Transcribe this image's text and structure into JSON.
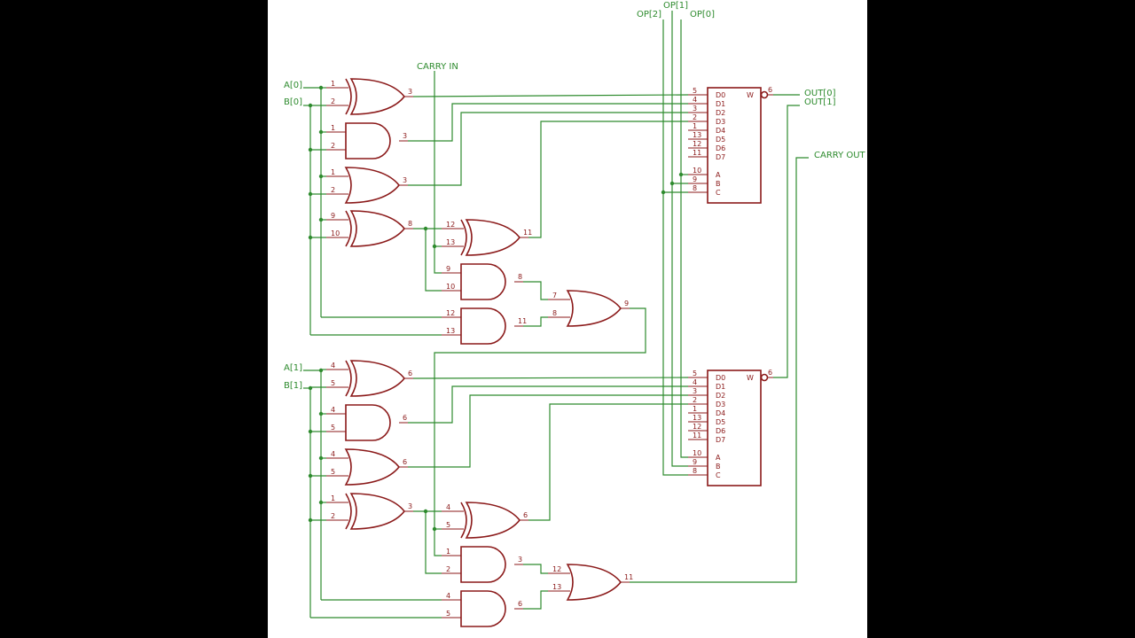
{
  "nets": {
    "carry_in": "CARRY IN",
    "carry_out": "CARRY OUT",
    "a0": "A[0]",
    "b0": "B[0]",
    "a1": "A[1]",
    "b1": "B[1]",
    "op2": "OP[2]",
    "op1": "OP[1]",
    "op0": "OP[0]",
    "out0": "OUT[0]",
    "out1": "OUT[1]"
  },
  "mux_labels": {
    "data": [
      "D0",
      "D1",
      "D2",
      "D3",
      "D4",
      "D5",
      "D6",
      "D7"
    ],
    "select": [
      "A",
      "B",
      "C"
    ],
    "out": "W"
  },
  "mux_pins": {
    "data": [
      "5",
      "4",
      "3",
      "2",
      "1",
      "13",
      "12",
      "11"
    ],
    "select": [
      "10",
      "9",
      "8"
    ],
    "out": "6"
  },
  "gate_pins": {
    "bit0": [
      {
        "in": [
          "1",
          "2"
        ],
        "out": "3"
      },
      {
        "in": [
          "1",
          "2"
        ],
        "out": "3"
      },
      {
        "in": [
          "1",
          "2"
        ],
        "out": "3"
      },
      {
        "in": [
          "9",
          "10"
        ],
        "out": "8"
      },
      {
        "in": [
          "12",
          "13"
        ],
        "out": "11"
      },
      {
        "in": [
          "9",
          "10"
        ],
        "out": "8"
      },
      {
        "in": [
          "12",
          "13"
        ],
        "out": "11"
      },
      {
        "in": [
          "7",
          "8"
        ],
        "out": "9"
      }
    ],
    "bit1": [
      {
        "in": [
          "4",
          "5"
        ],
        "out": "6"
      },
      {
        "in": [
          "4",
          "5"
        ],
        "out": "6"
      },
      {
        "in": [
          "4",
          "5"
        ],
        "out": "6"
      },
      {
        "in": [
          "1",
          "2"
        ],
        "out": "3"
      },
      {
        "in": [
          "4",
          "5"
        ],
        "out": "6"
      },
      {
        "in": [
          "1",
          "2"
        ],
        "out": "3"
      },
      {
        "in": [
          "4",
          "5"
        ],
        "out": "6"
      },
      {
        "in": [
          "12",
          "13"
        ],
        "out": "11"
      }
    ]
  }
}
